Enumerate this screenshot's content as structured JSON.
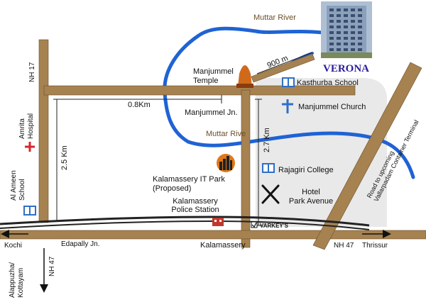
{
  "colors": {
    "road": "#a68250",
    "road_edge": "#6b4f2a",
    "river": "#1f63d4",
    "rail": "#222222",
    "label": "#111111",
    "river_label": "#6b4f2a",
    "verona": "#2a1a9e",
    "school_icon": "#2f6fc7",
    "hospital": "#d7262c",
    "church": "#2f6fc7",
    "temple": "#d06a1a",
    "police": "#c0392b"
  },
  "labels": {
    "muttar_river_top": "Muttar River",
    "muttar_river_mid": "Muttar Rive",
    "verona": "VERONA",
    "dist_900": "900 m",
    "temple": "Manjummel\nTemple",
    "kasthurba": "Kasthurba School",
    "nh17": "NH 17",
    "dist_08": "0.8Km",
    "manjummel_jn": "Manjummel Jn.",
    "church": "Manjummel Church",
    "dist_27": "2.7 Km",
    "dist_25": "2.5 Km",
    "amrita": "Amrita\nHospital",
    "al_ameen": "Al Ameen\nSchool",
    "it_park": "Kalamassery IT Park\n(Proposed)",
    "rajagiri": "Rajagiri College",
    "hotel": "Hotel\nPark Avenue",
    "container_road": "Road to upcoming\nVallarpadam Container Terminal",
    "police": "Kalamassery\nPolice Station",
    "varkeys": "VARKEY'S",
    "kochi": "Kochi",
    "edapally": "Edapally Jn.",
    "kalamassery": "Kalamassery",
    "nh47_right": "NH 47",
    "thrissur": "Thrissur",
    "nh47_left": "NH 47",
    "alappuzha": "Alappuzha/\nKottayam"
  }
}
